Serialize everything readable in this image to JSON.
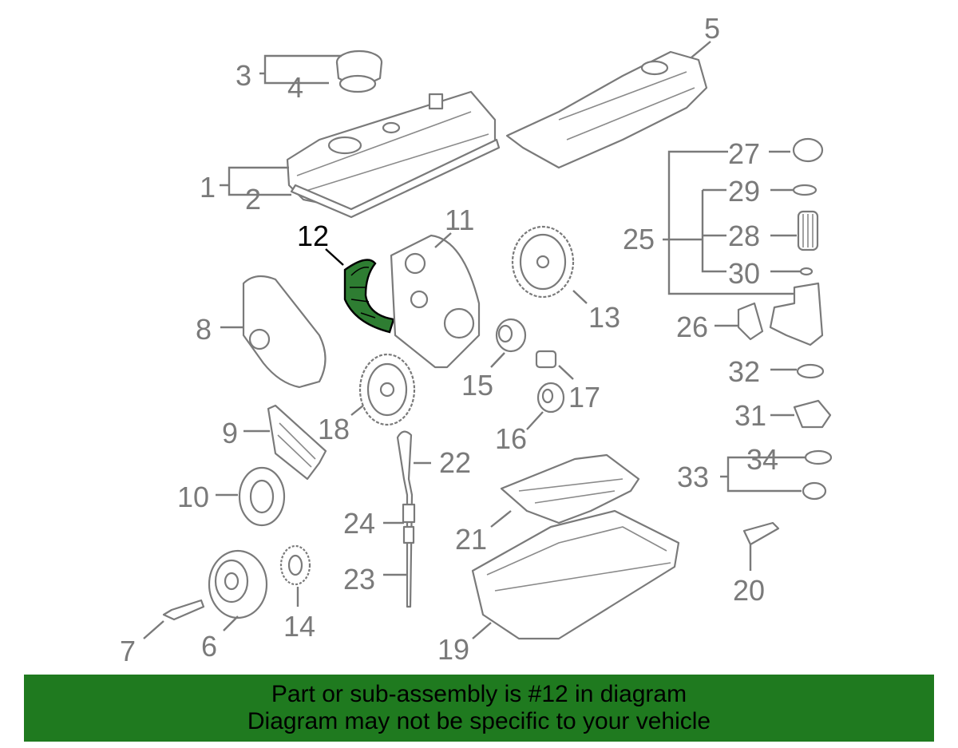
{
  "callouts": {
    "c1": "1",
    "c2": "2",
    "c3": "3",
    "c4": "4",
    "c5": "5",
    "c6": "6",
    "c7": "7",
    "c8": "8",
    "c9": "9",
    "c10": "10",
    "c11": "11",
    "c12": "12",
    "c13": "13",
    "c14": "14",
    "c15": "15",
    "c16": "16",
    "c17": "17",
    "c18": "18",
    "c19": "19",
    "c20": "20",
    "c21": "21",
    "c22": "22",
    "c23": "23",
    "c24": "24",
    "c25": "25",
    "c26": "26",
    "c27": "27",
    "c28": "28",
    "c29": "29",
    "c30": "30",
    "c31": "31",
    "c32": "32",
    "c33": "33",
    "c34": "34"
  },
  "highlighted_part": "12",
  "colors": {
    "highlight_part": "#2e7d32",
    "banner": "#1f7a1f",
    "line": "#7a7a7a"
  },
  "banner": {
    "line1": "Part or sub-assembly is #12 in diagram",
    "line2": "Diagram may not be specific to your vehicle"
  }
}
